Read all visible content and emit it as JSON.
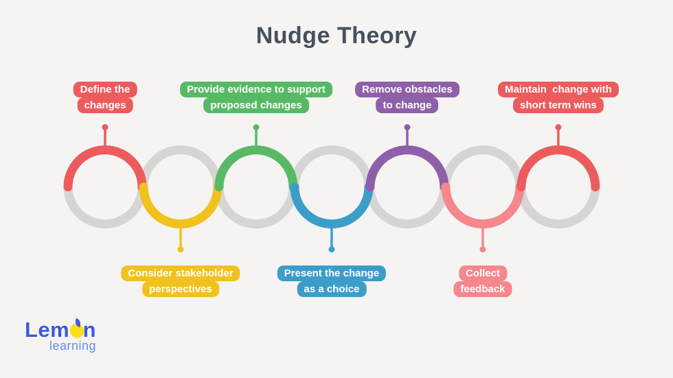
{
  "title": "Nudge Theory",
  "theme": {
    "background": "#f5f4f2",
    "title_color": "#47505e",
    "ring_gray": "#d6d5d4",
    "label_text_color": "#ffffff"
  },
  "steps": [
    {
      "step": 1,
      "label_position": "top",
      "color": "#ec5c5d",
      "lines": [
        "Define the",
        "changes"
      ]
    },
    {
      "step": 2,
      "label_position": "bottom",
      "color": "#f1c21d",
      "lines": [
        "Consider stakeholder",
        "perspectives"
      ]
    },
    {
      "step": 3,
      "label_position": "top",
      "color": "#58b965",
      "lines": [
        "Provide evidence to support",
        "proposed changes"
      ]
    },
    {
      "step": 4,
      "label_position": "bottom",
      "color": "#3d9dc9",
      "lines": [
        "Present the change",
        "as a choice"
      ]
    },
    {
      "step": 5,
      "label_position": "top",
      "color": "#8e60a9",
      "lines": [
        "Remove obstacles",
        "to change"
      ]
    },
    {
      "step": 6,
      "label_position": "bottom",
      "color": "#f5878d",
      "lines": [
        "Collect",
        "feedback"
      ]
    },
    {
      "step": 7,
      "label_position": "top",
      "color": "#ec5c5d",
      "lines": [
        "Maintain  change with",
        "short term wins"
      ]
    }
  ],
  "logo": {
    "brand": "Lemon",
    "brand_prefix": "Lem",
    "brand_suffix": "n",
    "subtitle": "learning",
    "brand_color": "#3b5ae0",
    "subtitle_color": "#5f8cf2",
    "lemon_color": "#f8df17",
    "icon": "lemon-icon"
  }
}
